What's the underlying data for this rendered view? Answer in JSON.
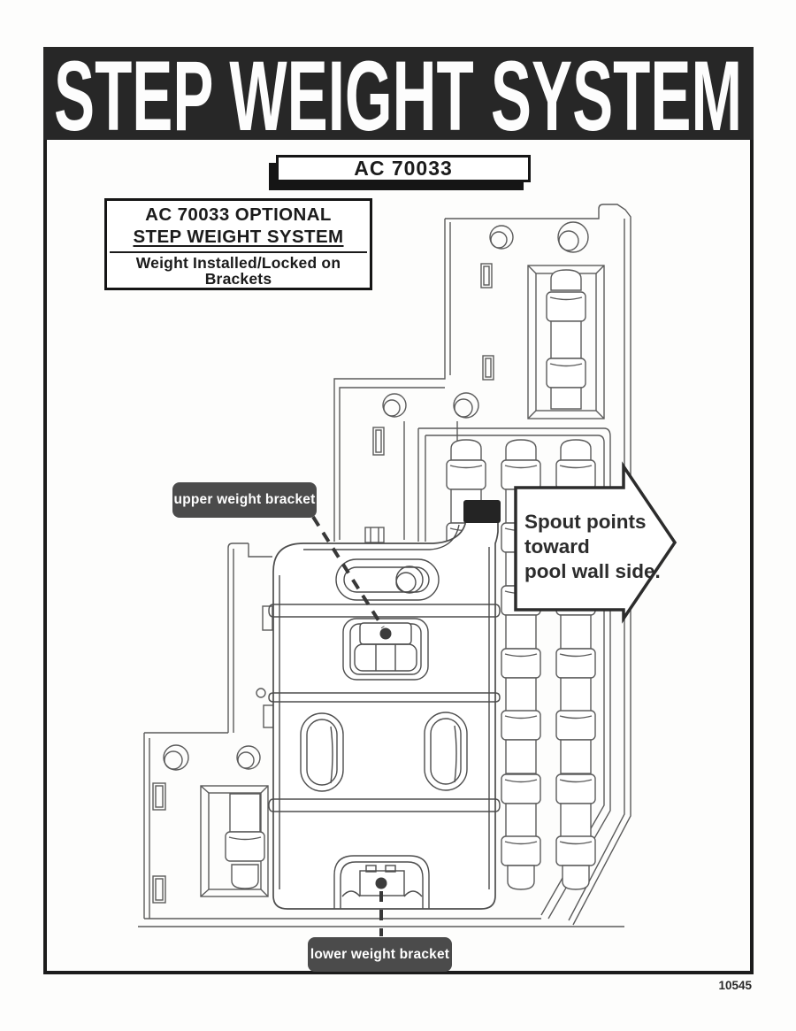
{
  "page": {
    "title": "STEP WEIGHT SYSTEM",
    "part_code": "AC 70033",
    "page_number": "10545"
  },
  "info_box": {
    "line1": "AC 70033 OPTIONAL",
    "line2": "STEP WEIGHT SYSTEM",
    "line3": "Weight Installed/Locked on",
    "line4": "Brackets"
  },
  "callouts": {
    "upper_bracket_label": "upper weight bracket",
    "lower_bracket_label": "lower weight bracket",
    "spout_arrow_lines": [
      "Spout points",
      "toward",
      "pool wall side."
    ]
  },
  "colors": {
    "banner_bg": "#272727",
    "banner_text": "#ffffff",
    "frame_color": "#1c1c1c",
    "label_bg": "#4b4b4b",
    "label_text": "#ffffff",
    "drawing_line": "#5b5b5b",
    "arrow_outline": "#2c2c2c",
    "spout_cap": "#242424"
  }
}
